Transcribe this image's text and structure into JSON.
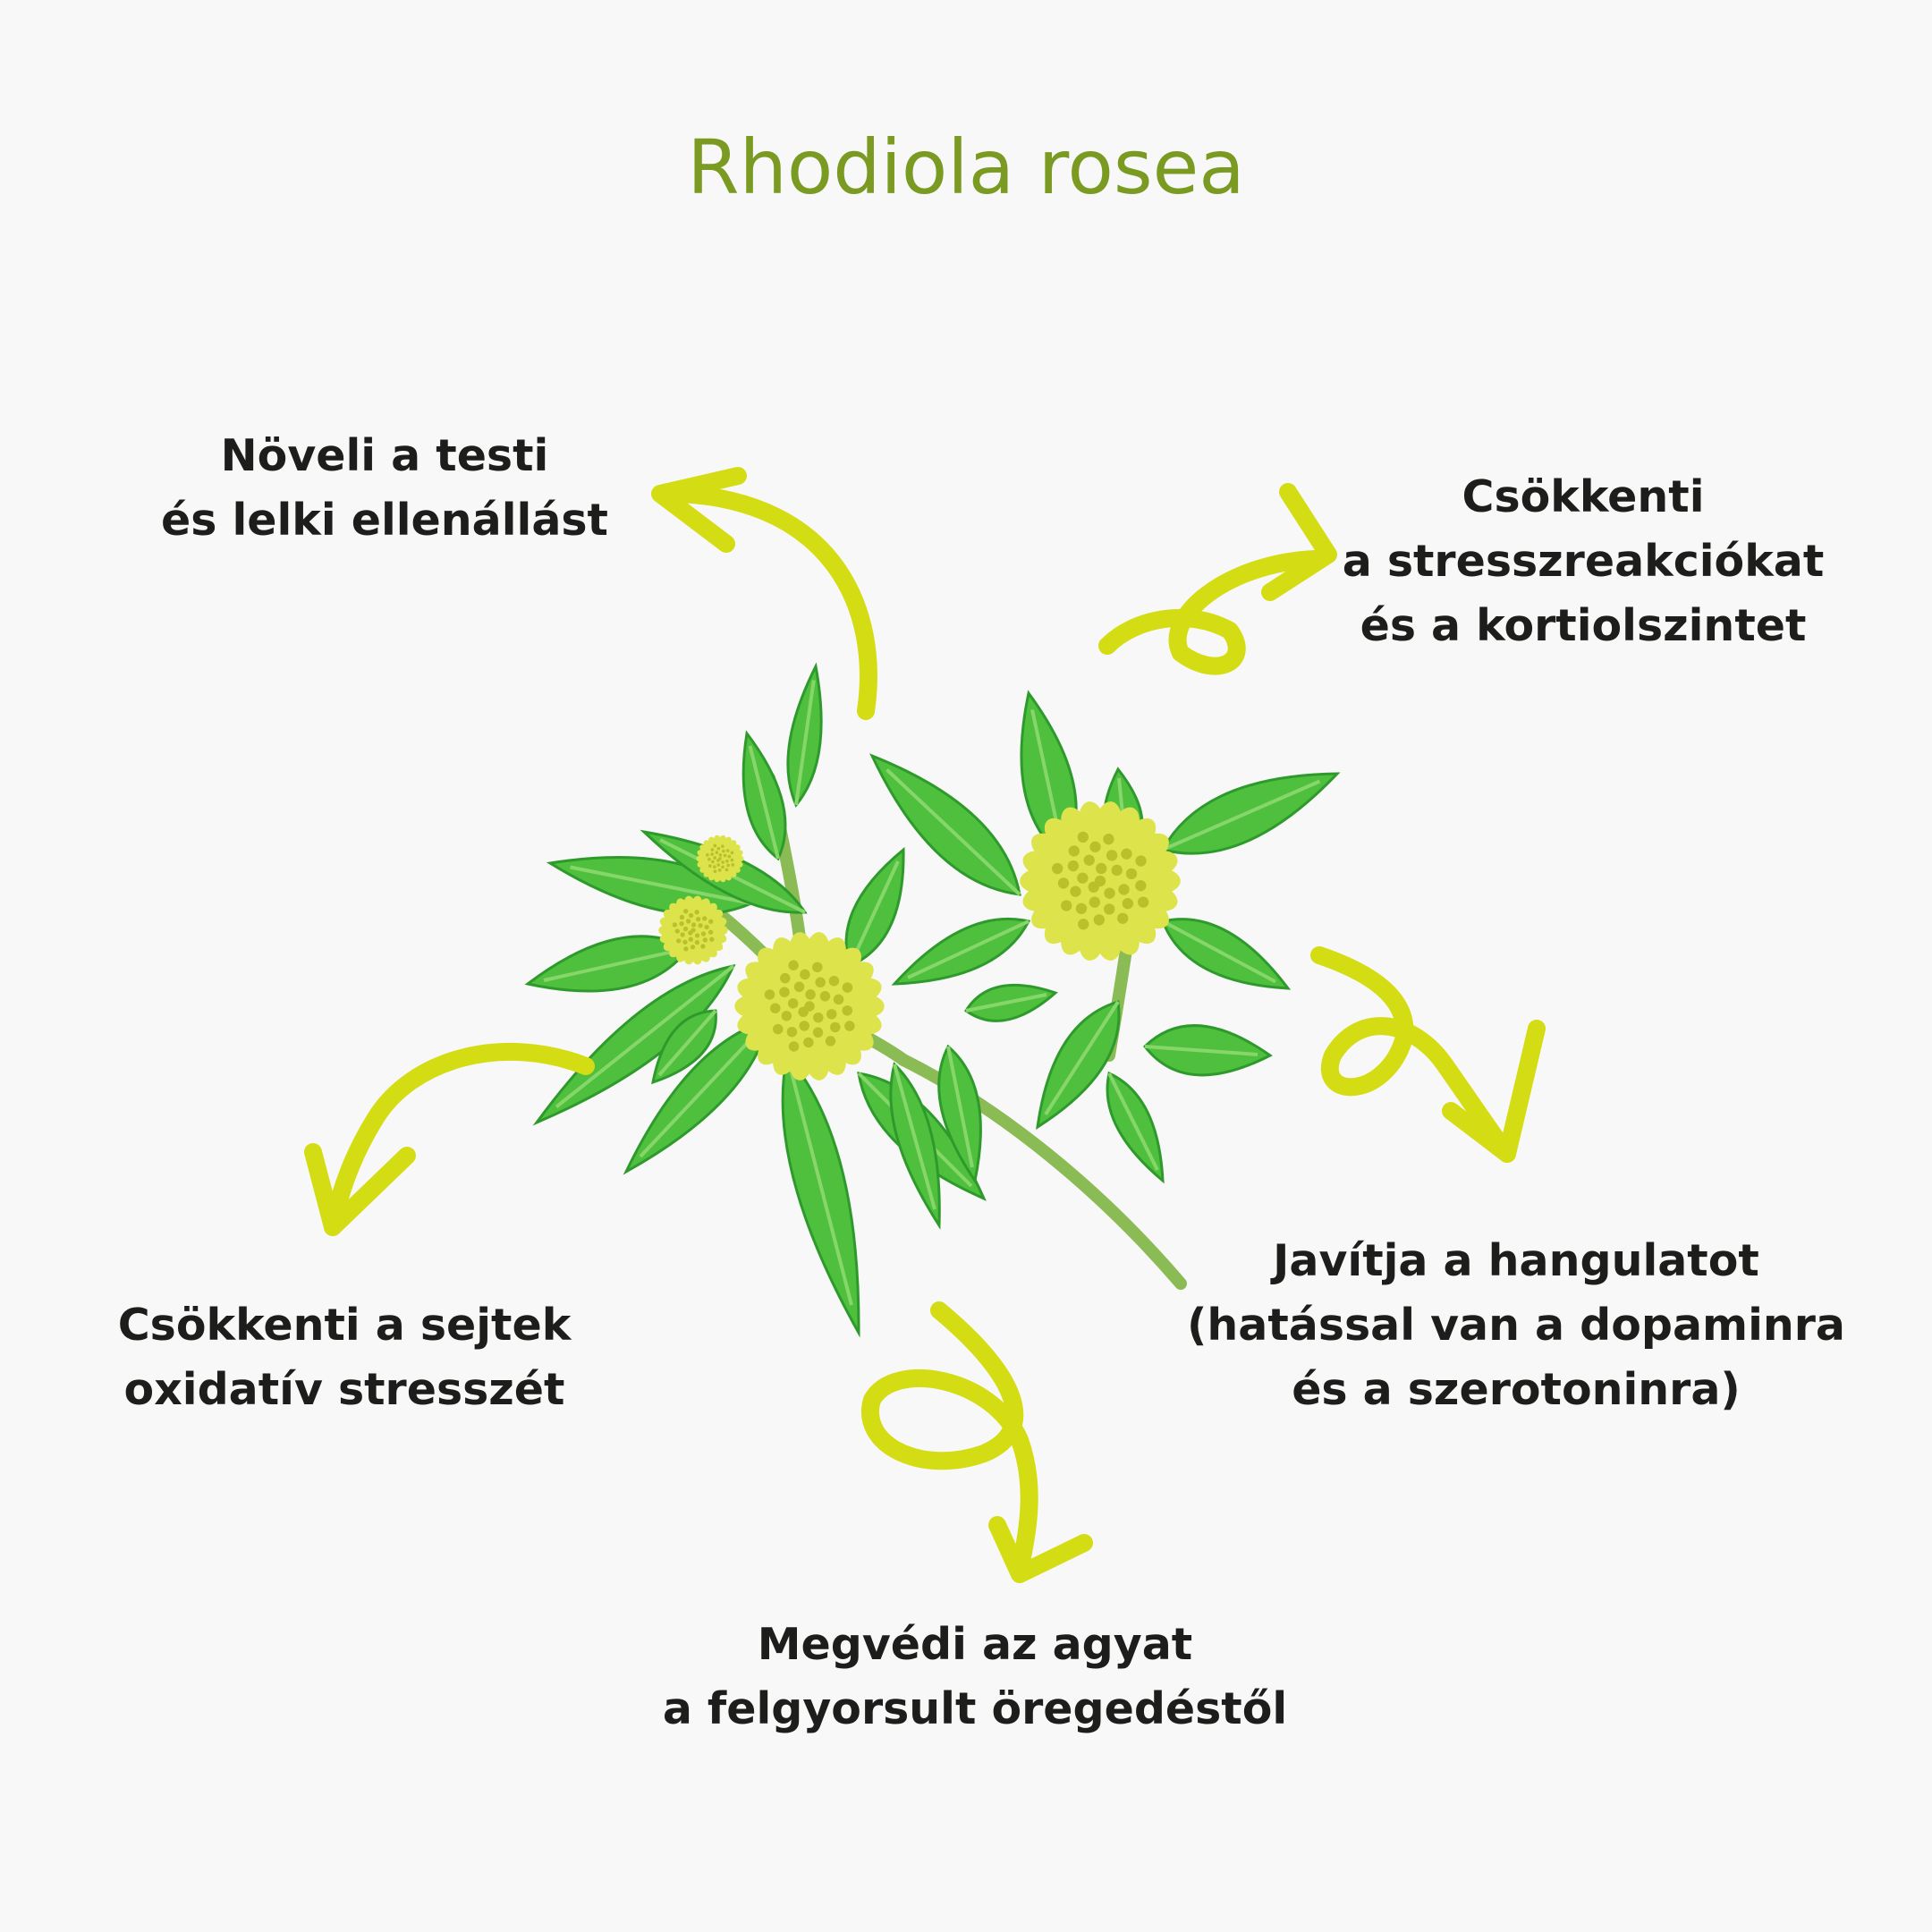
{
  "title": "Rhodiola rosea",
  "colors": {
    "background": "#f8f8f8",
    "title": "#7a9a22",
    "text": "#1d1d1b",
    "arrow": "#d4dc14",
    "leaf": "#4fbf3e",
    "leaf_dark": "#2f9a2c",
    "leaf_vein": "#87d66a",
    "flower": "#dde34a",
    "flower_center": "#b8c12a",
    "stem": "#8bbb55"
  },
  "benefits": [
    {
      "lines": [
        "Növeli a testi",
        "és lelki ellenállást"
      ]
    },
    {
      "lines": [
        "Csökkenti",
        "a stresszreakciókat",
        "és a kortiolszintet"
      ]
    },
    {
      "lines": [
        "Javítja a hangulatot",
        "(hatással van a dopaminra",
        "és a szerotoninra)"
      ]
    },
    {
      "lines": [
        "Csökkenti a sejtek",
        "oxidatív stresszét"
      ]
    },
    {
      "lines": [
        "Megvédi az agyat",
        "a felgyorsult öregedéstől"
      ]
    }
  ],
  "icons": [
    "plant-illustration",
    "curved-arrow-icon"
  ]
}
